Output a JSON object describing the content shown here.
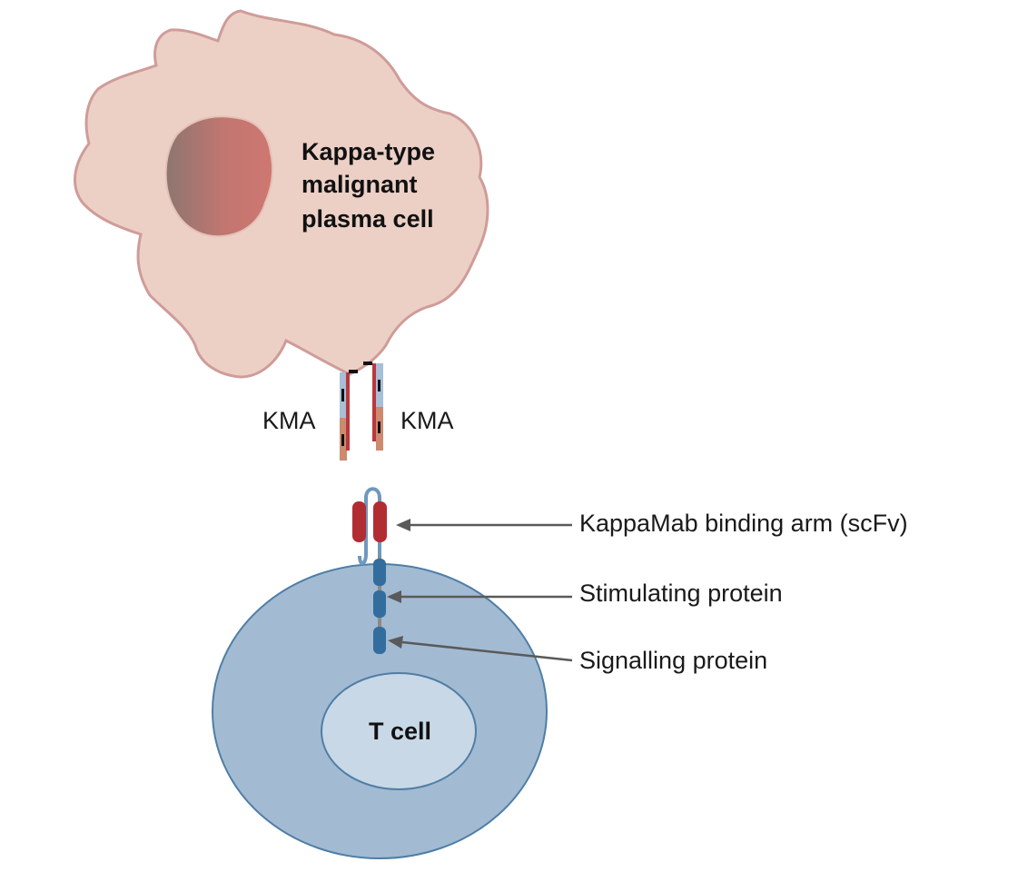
{
  "plasma_cell": {
    "label_lines": [
      "Kappa-type",
      "malignant",
      "plasma cell"
    ]
  },
  "antigens": {
    "left_label": "KMA",
    "right_label": "KMA"
  },
  "t_cell": {
    "label": "T cell"
  },
  "callouts": {
    "binding_arm": "KappaMab binding arm (scFv)",
    "stimulating": "Stimulating protein",
    "signalling": "Signalling protein"
  },
  "colors": {
    "plasma_fill": "#ecd0c6",
    "plasma_stroke": "#cf9c99",
    "nucleus_dark": "#8d7670",
    "nucleus_light": "#cf7771",
    "tcell_fill": "#a2bbd2",
    "tcell_stroke": "#4f7ea6",
    "tcell_nucleus_fill": "#c8d8e6",
    "scfv_red": "#b12d32",
    "domain_blue": "#336d9d",
    "arrow_gray": "#5a5a5a"
  }
}
